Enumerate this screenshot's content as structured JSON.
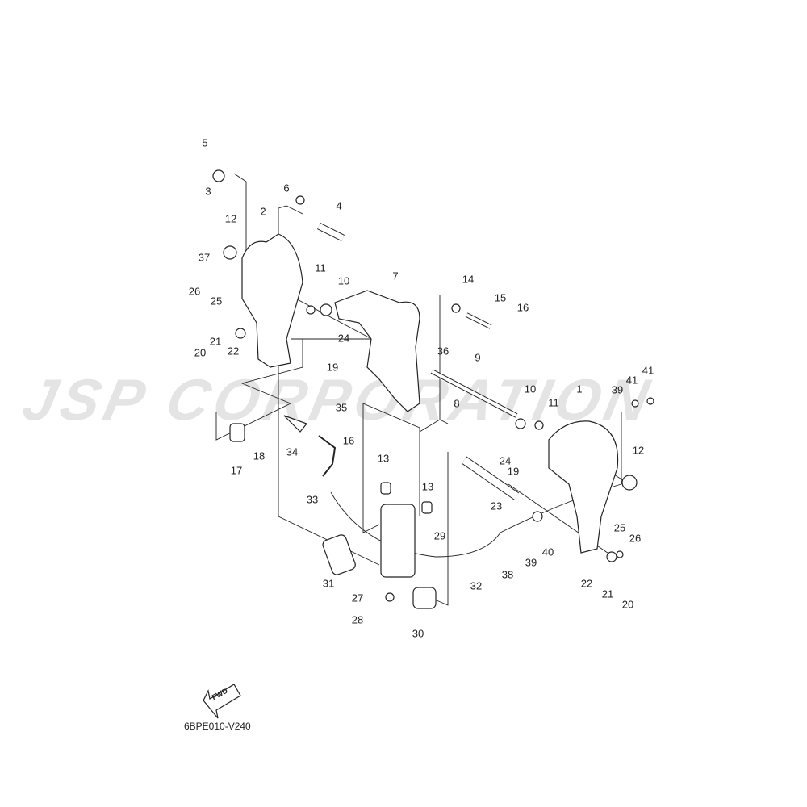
{
  "watermark": "JSP CORPORATION",
  "drawing_code": "6BPE010-V240",
  "fwd_label": "FWD",
  "callouts": [
    "5",
    "3",
    "6",
    "4",
    "12",
    "2",
    "37",
    "26",
    "25",
    "11",
    "10",
    "7",
    "14",
    "15",
    "16",
    "24",
    "20",
    "21",
    "22",
    "36",
    "9",
    "19",
    "10",
    "11",
    "1",
    "39",
    "41",
    "41",
    "8",
    "35",
    "12",
    "16",
    "34",
    "13",
    "24",
    "19",
    "17",
    "18",
    "33",
    "13",
    "23",
    "25",
    "26",
    "29",
    "40",
    "39",
    "38",
    "32",
    "22",
    "21",
    "20",
    "31",
    "27",
    "28",
    "30"
  ]
}
